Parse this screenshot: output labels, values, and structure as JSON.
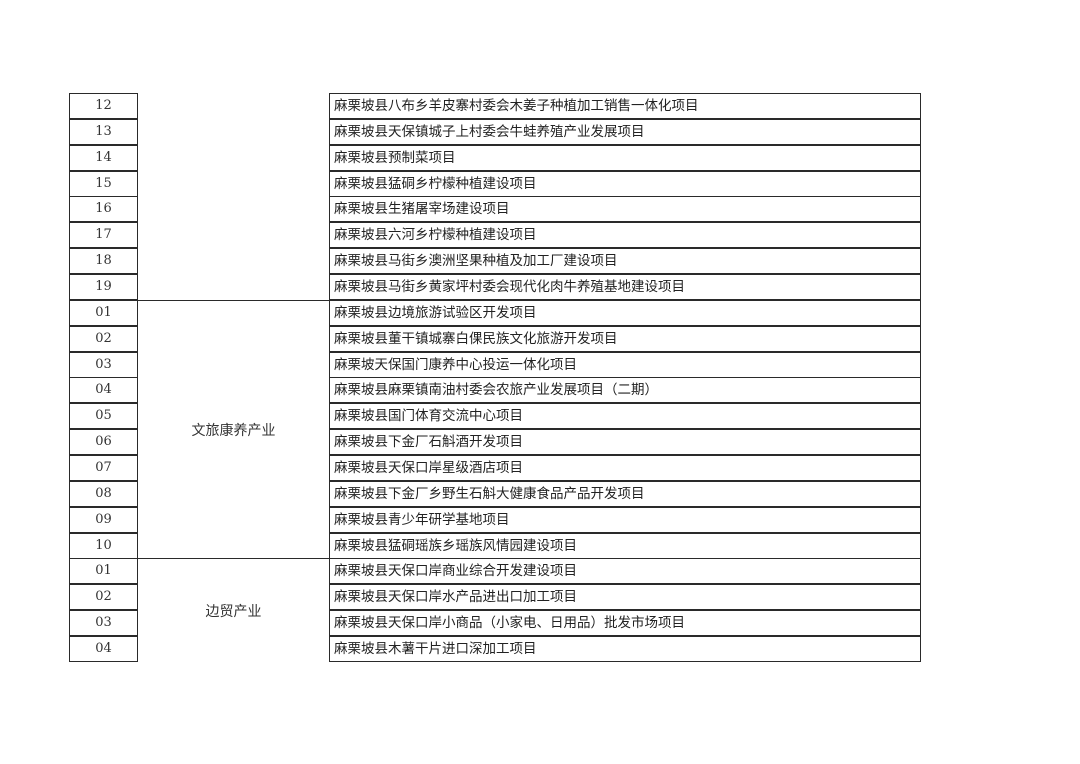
{
  "table": {
    "groups": [
      {
        "category": "",
        "rows": [
          {
            "no": "12",
            "project": "麻栗坡县八布乡羊皮寨村委会木姜子种植加工销售一体化项目"
          },
          {
            "no": "13",
            "project": "麻栗坡县天保镇城子上村委会牛蛙养殖产业发展项目"
          },
          {
            "no": "14",
            "project": "麻栗坡县预制菜项目"
          },
          {
            "no": "15",
            "project": "麻栗坡县猛硐乡柠檬种植建设项目"
          },
          {
            "no": "16",
            "project": "麻栗坡县生猪屠宰场建设项目"
          },
          {
            "no": "17",
            "project": "麻栗坡县六河乡柠檬种植建设项目"
          },
          {
            "no": "18",
            "project": "麻栗坡县马街乡澳洲坚果种植及加工厂建设项目"
          },
          {
            "no": "19",
            "project": "麻栗坡县马街乡黄家坪村委会现代化肉牛养殖基地建设项目"
          }
        ]
      },
      {
        "category": "文旅康养产业",
        "rows": [
          {
            "no": "01",
            "project": "麻栗坡县边境旅游试验区开发项目"
          },
          {
            "no": "02",
            "project": "麻栗坡县董干镇城寨白倮民族文化旅游开发项目"
          },
          {
            "no": "03",
            "project": "麻栗坡天保国门康养中心投运一体化项目"
          },
          {
            "no": "04",
            "project": "麻栗坡县麻栗镇南油村委会农旅产业发展项目（二期）"
          },
          {
            "no": "05",
            "project": "麻栗坡县国门体育交流中心项目"
          },
          {
            "no": "06",
            "project": "麻栗坡县下金厂石斛酒开发项目"
          },
          {
            "no": "07",
            "project": "麻栗坡县天保口岸星级酒店项目"
          },
          {
            "no": "08",
            "project": "麻栗坡县下金厂乡野生石斛大健康食品产品开发项目"
          },
          {
            "no": "09",
            "project": "麻栗坡县青少年研学基地项目"
          },
          {
            "no": "10",
            "project": "麻栗坡县猛硐瑶族乡瑶族风情园建设项目"
          }
        ]
      },
      {
        "category": "边贸产业",
        "rows": [
          {
            "no": "01",
            "project": "麻栗坡县天保口岸商业综合开发建设项目"
          },
          {
            "no": "02",
            "project": "麻栗坡县天保口岸水产品进出口加工项目"
          },
          {
            "no": "03",
            "project": "麻栗坡县天保口岸小商品（小家电、日用品）批发市场项目"
          },
          {
            "no": "04",
            "project": "麻栗坡县木薯干片进口深加工项目"
          }
        ]
      }
    ]
  }
}
